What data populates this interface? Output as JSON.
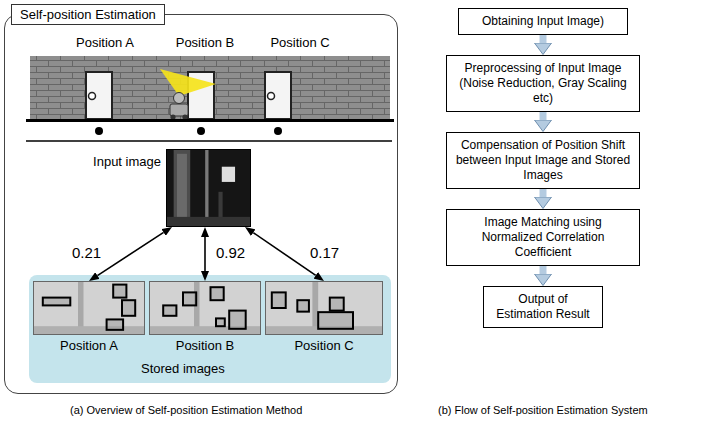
{
  "diagram": {
    "nodes": [
      {
        "text": [
          "Self-position Estimation"
        ]
      },
      {
        "text": [
          "Input image"
        ],
        "in": 0
      },
      {
        "text": [
          "Stored images"
        ],
        "in": 0
      },
      {
        "text": [
          "Position A"
        ],
        "in": 2
      },
      {
        "text": [
          "Position B"
        ],
        "in": 2
      },
      {
        "text": [
          "Position C"
        ],
        "in": 2
      },
      {
        "text": [
          "Obtaining Input Image)"
        ]
      },
      {
        "text": [
          "Preprocessing of Input Image (Noise Reduction, Gray Scaling etc)"
        ]
      },
      {
        "text": [
          "Compensation of Position Shift between Input Image and Stored Images"
        ]
      },
      {
        "text": [
          "Image Matching using Normalized Correlation Coefficient"
        ]
      },
      {
        "text": [
          "Output of Estimation Result"
        ]
      }
    ],
    "edges": [
      {
        "from": 1,
        "to": 3,
        "arrow": "both",
        "label": "0.21"
      },
      {
        "from": 1,
        "to": 4,
        "arrow": "both",
        "label": "0.92"
      },
      {
        "from": 1,
        "to": 5,
        "arrow": "both",
        "label": "0.17"
      },
      {
        "from": 6,
        "to": 7,
        "arrow": "to"
      },
      {
        "from": 7,
        "to": 8,
        "arrow": "to"
      },
      {
        "from": 8,
        "to": 9,
        "arrow": "to"
      },
      {
        "from": 9,
        "to": 10,
        "arrow": "to"
      }
    ],
    "labels": [
      "Position A",
      "Position B",
      "Position C",
      "(a) Overview of Self-position Estimation Method",
      "(b) Flow of Self-position Estimation System"
    ]
  }
}
